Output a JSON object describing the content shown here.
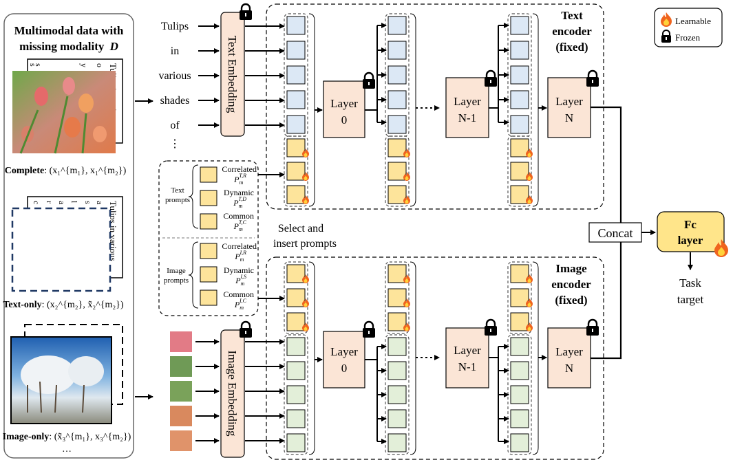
{
  "left_panel": {
    "title_line1": "Multimodal data with",
    "title_line2": "missing modality",
    "title_symbol": "D",
    "complete": {
      "label": "Complete",
      "math": ": (x₁^{m₁}, x₁^{m₂})",
      "card_text": [
        "Tulips in various",
        "o",
        "y",
        "s",
        "s"
      ]
    },
    "text_only": {
      "label": "Text-only",
      "math": ": (x₂^{m₂}, x̃₂^{m₂})",
      "card_text": [
        "Tulips in various",
        "a",
        "s",
        "l",
        "a",
        "r",
        "c"
      ]
    },
    "image_only": {
      "label": "Image-only",
      "math": ": (x̃₃^{m₁}, x₃^{m₂})"
    },
    "ellipsis": "…"
  },
  "text_tokens": [
    "Tulips",
    "in",
    "various",
    "shades",
    "of",
    "⋮"
  ],
  "text_embedding_label": "Text Embedding",
  "image_embedding_label": "Image Embedding",
  "prompt_pool": {
    "text_group_label": [
      "Text",
      "prompts"
    ],
    "image_group_label": [
      "Image",
      "prompts"
    ],
    "text_items": [
      {
        "name": "Correlated",
        "symbol": "P",
        "sub": "m",
        "sup": "T,R"
      },
      {
        "name": "Dynamic",
        "symbol": "P",
        "sub": "m",
        "sup": "T,D"
      },
      {
        "name": "Common",
        "symbol": "P",
        "sub": "m",
        "sup": "T,C"
      }
    ],
    "image_items": [
      {
        "name": "Correlated",
        "symbol": "P",
        "sub": "m",
        "sup": "I,R"
      },
      {
        "name": "Dynamic",
        "symbol": "P",
        "sub": "m",
        "sup": "I,S"
      },
      {
        "name": "Common",
        "symbol": "P",
        "sub": "m",
        "sup": "I,C"
      }
    ]
  },
  "select_insert": [
    "Select and",
    "insert prompts"
  ],
  "text_encoder": {
    "title": [
      "Text",
      "encoder",
      "(fixed)"
    ],
    "layers": [
      [
        "Layer",
        "0"
      ],
      [
        "Layer",
        "N-1"
      ],
      [
        "Layer",
        "N"
      ]
    ]
  },
  "image_encoder": {
    "title": [
      "Image",
      "encoder",
      "(fixed)"
    ],
    "layers": [
      [
        "Layer",
        "0"
      ],
      [
        "Layer",
        "N-1"
      ],
      [
        "Layer",
        "N"
      ]
    ]
  },
  "concat_label": "Concat",
  "fc_layer": [
    "Fc",
    "layer"
  ],
  "task_target": [
    "Task",
    "target"
  ],
  "legend": {
    "learnable": "Learnable",
    "frozen": "Frozen"
  },
  "colors": {
    "text_token": "#dce8f5",
    "image_token": "#e3efd9",
    "prompt": "#fde49b",
    "layer": "#fbe5d6",
    "fc": "#ffe58a"
  }
}
